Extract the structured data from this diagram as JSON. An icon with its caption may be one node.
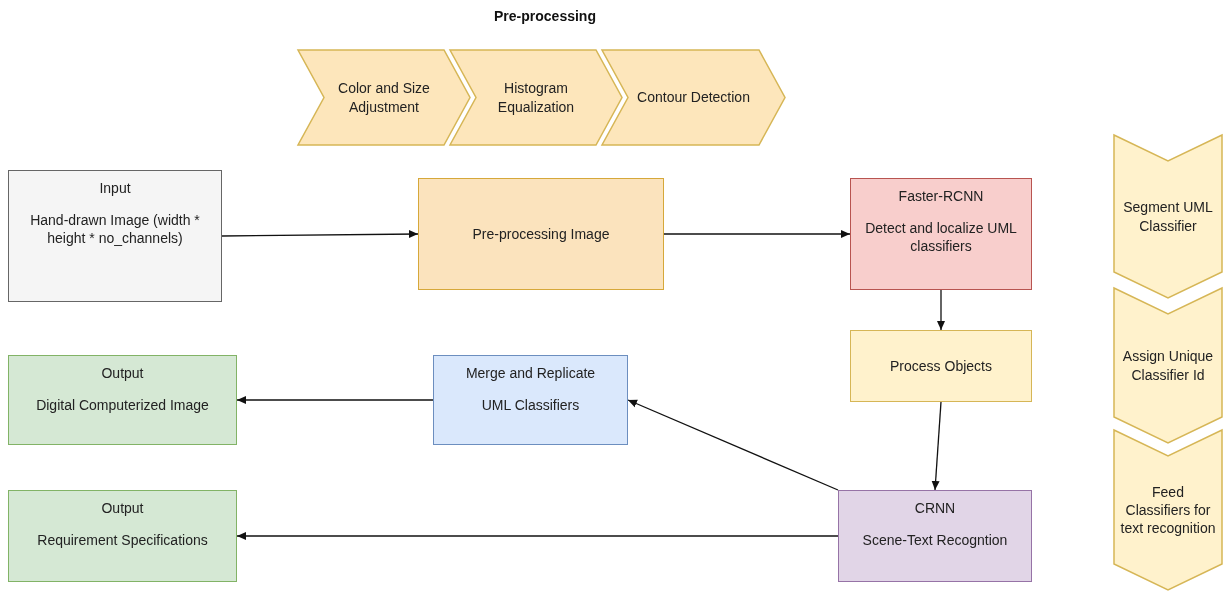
{
  "diagram": {
    "title": "Pre-processing",
    "nodes": [
      {
        "text": [
          "Color and Size Adjustment"
        ]
      },
      {
        "text": [
          "Histogram Equalization"
        ]
      },
      {
        "text": [
          "Contour Detection"
        ]
      },
      {
        "text": [
          "Input",
          "Hand-drawn Image (width * height * no_channels)"
        ]
      },
      {
        "text": [
          "Pre-processing Image"
        ]
      },
      {
        "text": [
          "Faster-RCNN",
          "Detect and localize UML classifiers"
        ]
      },
      {
        "text": [
          "Segment UML Classifier"
        ]
      },
      {
        "text": [
          "Assign Unique Classifier Id"
        ]
      },
      {
        "text": [
          "Process Objects"
        ]
      },
      {
        "text": [
          "Output",
          "Digital Computerized Image"
        ]
      },
      {
        "text": [
          "Merge and Replicate",
          "UML Classifiers"
        ]
      },
      {
        "text": [
          "Feed Classifiers for text recognition"
        ]
      },
      {
        "text": [
          "Output",
          "Requirement Specifications"
        ]
      },
      {
        "text": [
          "CRNN",
          "Scene-Text Recogntion"
        ]
      }
    ],
    "edges": [
      {
        "from": 3,
        "to": 4,
        "arrow": "to"
      },
      {
        "from": 4,
        "to": 5,
        "arrow": "to"
      },
      {
        "from": 5,
        "to": 8,
        "arrow": "to"
      },
      {
        "from": 8,
        "to": 13,
        "arrow": "to"
      },
      {
        "from": 13,
        "to": 10,
        "arrow": "to"
      },
      {
        "from": 10,
        "to": 9,
        "arrow": "to"
      },
      {
        "from": 13,
        "to": 12,
        "arrow": "to"
      }
    ]
  }
}
